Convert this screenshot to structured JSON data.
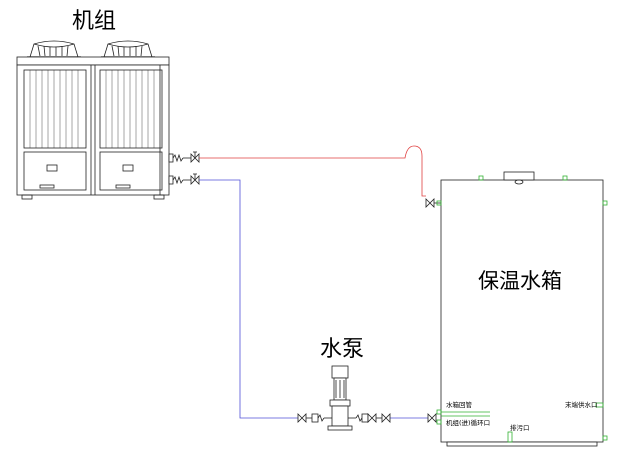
{
  "labels": {
    "unit": "机组",
    "tank": "保温水箱",
    "pump": "水泵",
    "tank_return_pipe": "水箱回管",
    "unit_inlet_loop": "机组(进)循环口",
    "drain": "排污口",
    "end_supply": "末端供水口"
  },
  "colors": {
    "outline": "#222222",
    "hot_pipe": "#e04040",
    "cold_pipe": "#5050d8",
    "fitting": "#33b233",
    "background": "#ffffff"
  },
  "icons": [
    "fan-icon",
    "valve-icon",
    "pump-icon",
    "flex-joint-icon"
  ]
}
